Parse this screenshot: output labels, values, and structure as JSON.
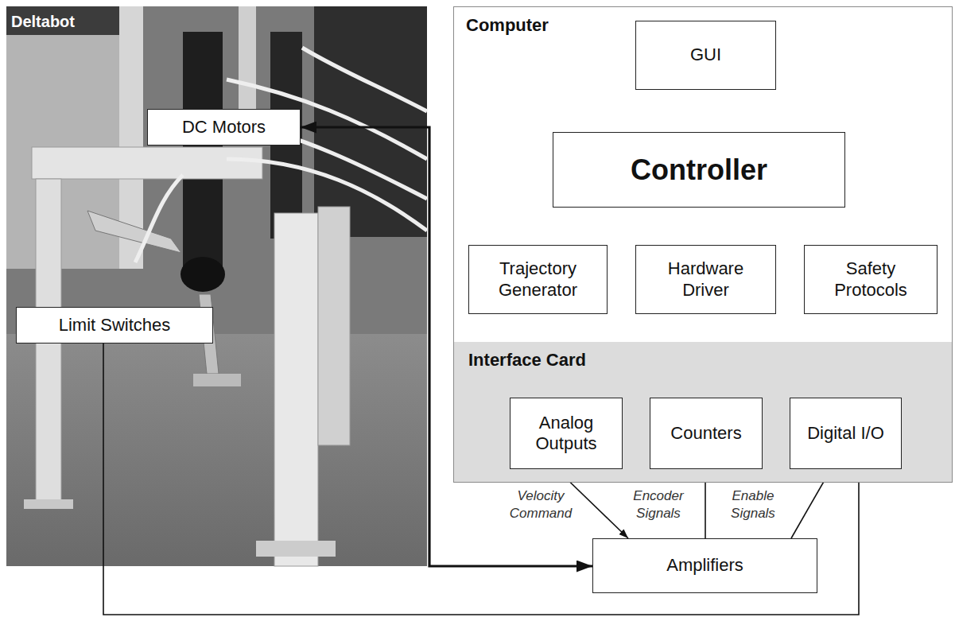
{
  "diagram": {
    "nodes": [
      {
        "text": [
          "Deltabot"
        ]
      },
      {
        "text": [
          "DC Motors"
        ],
        "in": 0
      },
      {
        "text": [
          "Limit Switches"
        ],
        "in": 0
      },
      {
        "text": [
          "Computer"
        ]
      },
      {
        "text": [
          "GUI"
        ],
        "in": 3
      },
      {
        "text": [
          "Controller"
        ],
        "in": 3
      },
      {
        "text": [
          "Trajectory Generator"
        ],
        "in": 3
      },
      {
        "text": [
          "Hardware Driver"
        ],
        "in": 3
      },
      {
        "text": [
          "Safety Protocols"
        ],
        "in": 3
      },
      {
        "text": [
          "Interface Card"
        ]
      },
      {
        "text": [
          "Analog Outputs"
        ],
        "in": 9
      },
      {
        "text": [
          "Counters"
        ],
        "in": 9
      },
      {
        "text": [
          "Digital I/O"
        ],
        "in": 9
      },
      {
        "text": [
          "Amplifiers"
        ]
      }
    ],
    "edges": [
      {
        "from": 4,
        "to": 5,
        "arrow": "both"
      },
      {
        "from": 5,
        "to": 6,
        "arrow": "both"
      },
      {
        "from": 5,
        "to": 7,
        "arrow": "both"
      },
      {
        "from": 5,
        "to": 8,
        "arrow": "both"
      },
      {
        "from": 7,
        "to": 8,
        "arrow": "both"
      },
      {
        "from": 7,
        "to": 10,
        "arrow": "both"
      },
      {
        "from": 7,
        "to": 11,
        "arrow": "both"
      },
      {
        "from": 7,
        "to": 12,
        "arrow": "both"
      },
      {
        "from": 10,
        "to": 13,
        "label": "Velocity Command",
        "arrow": "to"
      },
      {
        "from": 13,
        "to": 11,
        "label": "Encoder Signals",
        "arrow": "to"
      },
      {
        "from": 13,
        "to": 12,
        "label": "Enable Signals",
        "arrow": "to"
      },
      {
        "from": 13,
        "to": 1,
        "arrow": "both"
      },
      {
        "from": 2,
        "to": 12,
        "arrow": "to"
      }
    ]
  }
}
